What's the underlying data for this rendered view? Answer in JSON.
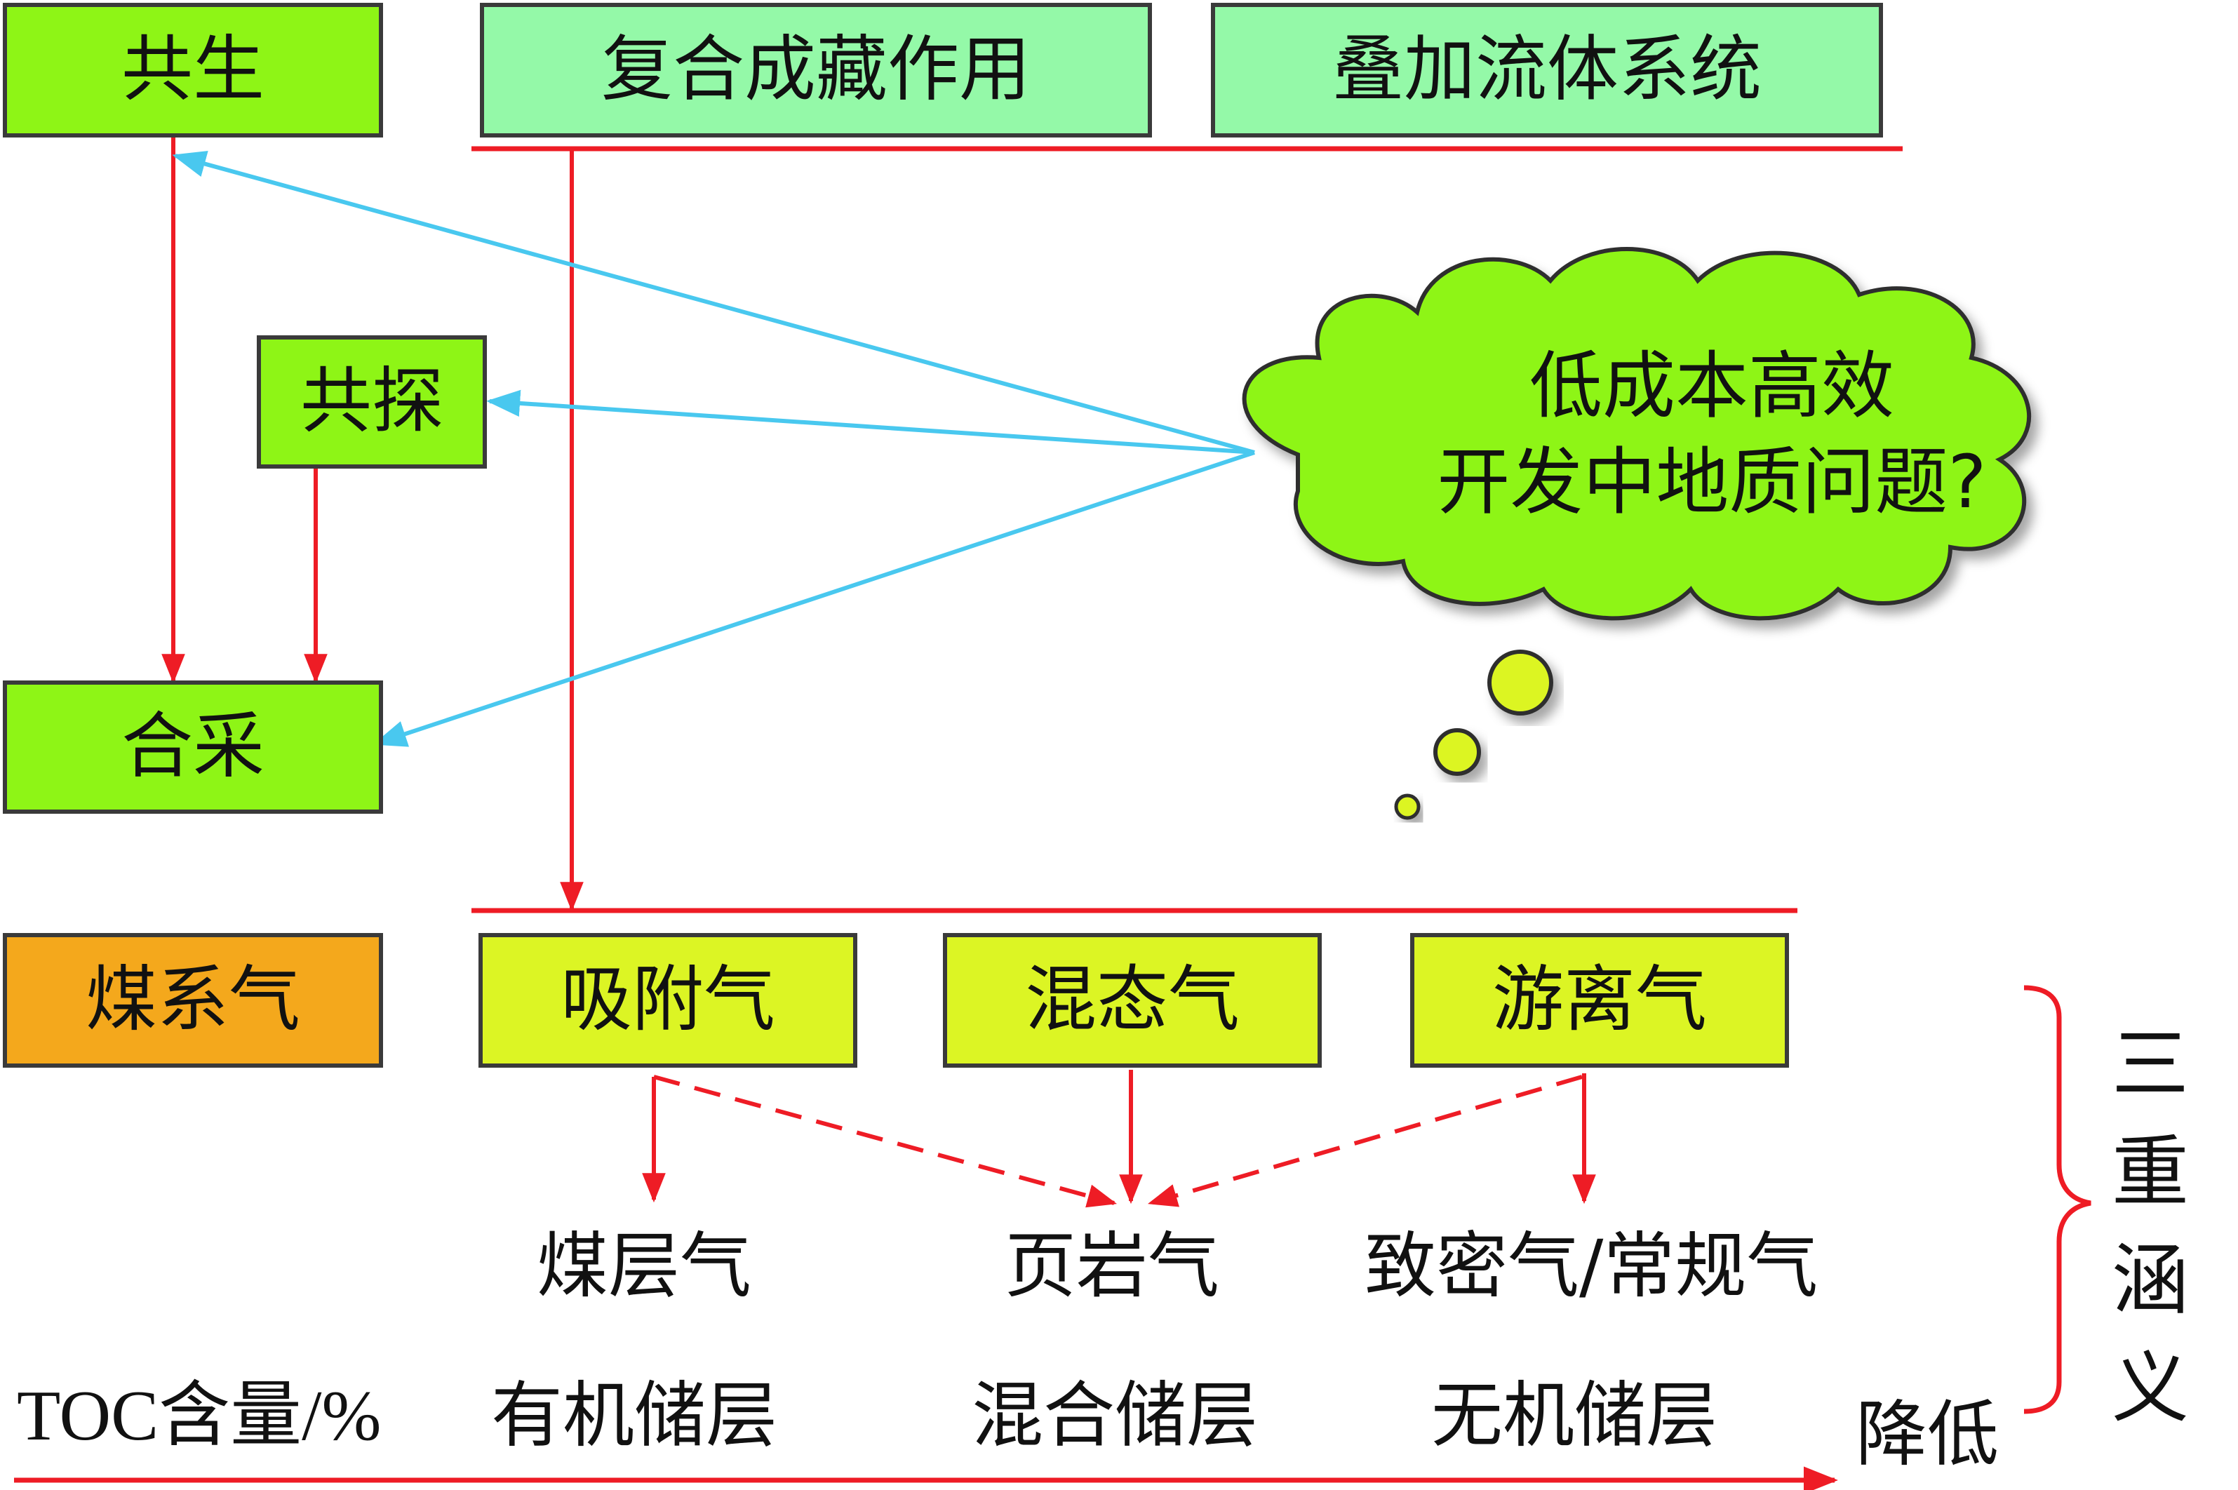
{
  "top_boxes": {
    "gongsheng": "共生",
    "fuhe": "复合成藏作用",
    "diejia": "叠加流体系统",
    "gongtan": "共探",
    "hecai": "合采"
  },
  "cloud": {
    "line1": "低成本高效",
    "line2": "开发中地质问题?"
  },
  "gas_boxes": {
    "meixiqi": "煤系气",
    "xifuqi": "吸附气",
    "huntaiqi": "混态气",
    "youliqi": "游离气"
  },
  "gas_types": {
    "meicengqi": "煤层气",
    "yeyanqi": "页岩气",
    "zhimiqi": "致密气/常规气"
  },
  "reservoirs": {
    "toc": "TOC含量/%",
    "youji": "有机储层",
    "hunhe": "混合储层",
    "wuji": "无机储层",
    "jiangdi": "降低"
  },
  "triple_meaning": [
    "三",
    "重",
    "涵",
    "义"
  ],
  "colors": {
    "red": "#ee1c25",
    "blue": "#49c8ef",
    "green_box": "#8ef516",
    "mint_box": "#94f9a8",
    "yellow_box": "#dcf524",
    "orange_box": "#f4a81c",
    "cloud_fill": "#8ef516",
    "bubble_fill": "#dcf524"
  }
}
